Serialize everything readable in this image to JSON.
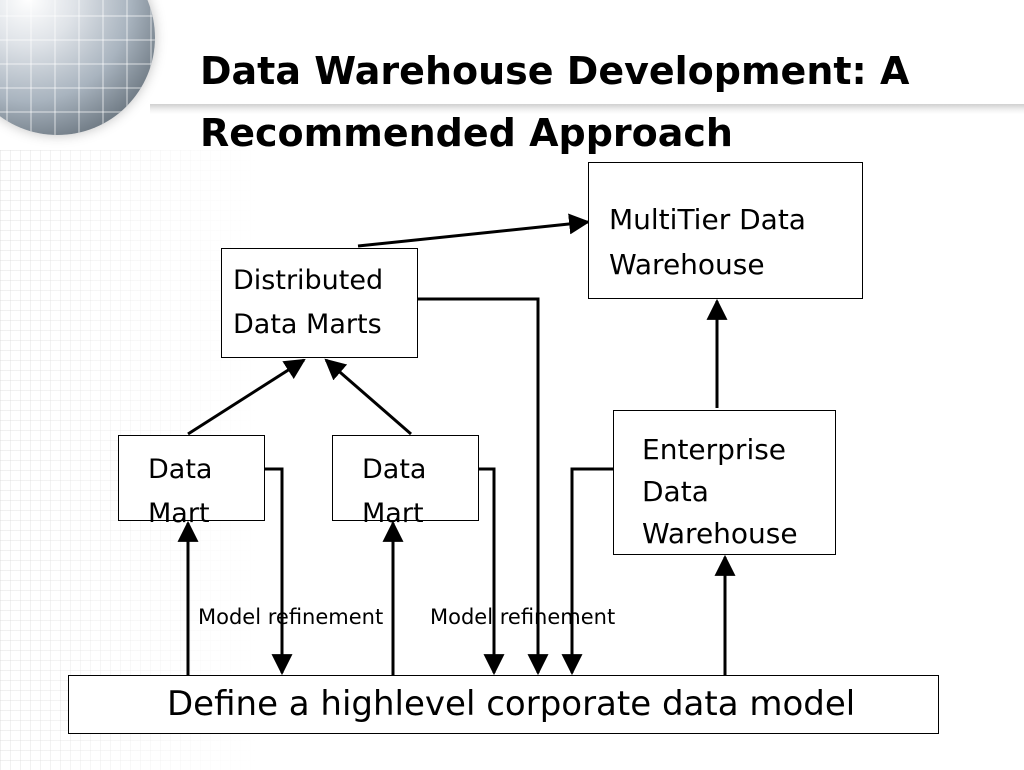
{
  "slide": {
    "title_line1": "Data Warehouse Development: A",
    "title_line2": "Recommended Approach"
  },
  "diagram": {
    "multitier": [
      "MultiTier Data",
      "Warehouse"
    ],
    "distributed": [
      "Distributed",
      "Data Marts"
    ],
    "data_mart_1": [
      "Data",
      "Mart"
    ],
    "data_mart_2": [
      "Data",
      "Mart"
    ],
    "enterprise": [
      "Enterprise",
      "Data",
      "Warehouse"
    ],
    "base": "Define a highlevel corporate data model",
    "refinement_label_1": "Model refinement",
    "refinement_label_2": "Model refinement"
  }
}
